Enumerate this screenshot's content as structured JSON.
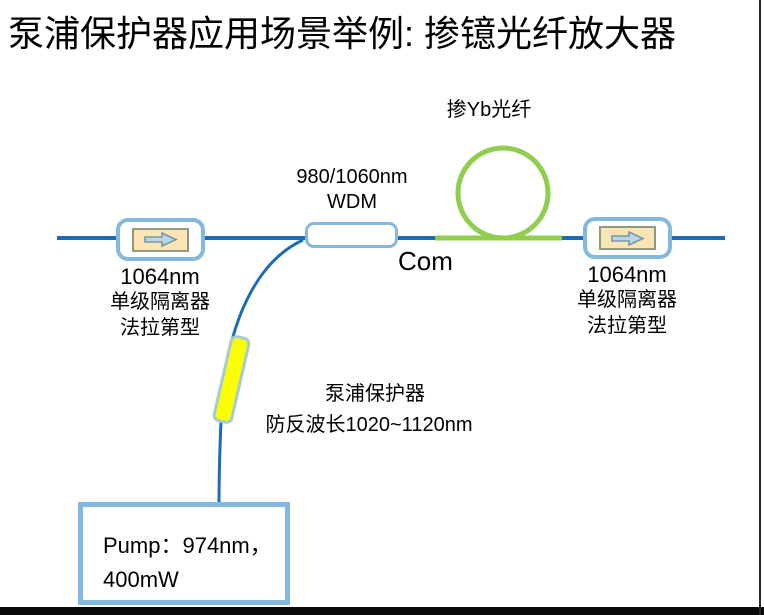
{
  "title": "泵浦保护器应用场景举例: 掺镱光纤放大器",
  "colors": {
    "fiber_blue": "#1C6BB7",
    "fiber_green": "#8FCE4E",
    "component_border_blue": "#85B8DF",
    "isolator_fill_tan": "#FBE5B4",
    "isolator_inner_border": "#8E9B7F",
    "arrow_fill": "#B9D5E7",
    "arrow_border": "#7C96A6",
    "protector_yellow": "#FCFF02",
    "protector_border": "#A5CCD3",
    "text": "#000000"
  },
  "diagram": {
    "isolator_left": {
      "wavelength": "1064nm",
      "type": "单级隔离器",
      "subtype": "法拉第型"
    },
    "isolator_right": {
      "wavelength": "1064nm",
      "type": "单级隔离器",
      "subtype": "法拉第型"
    },
    "wdm": {
      "label_line1": "980/1060nm",
      "label_line2": "WDM",
      "port_label": "Com"
    },
    "yb_fiber": {
      "label": "掺Yb光纤"
    },
    "pump_protector": {
      "name": "泵浦保护器",
      "spec": "防反波长1020~1120nm"
    },
    "pump": {
      "line1": "Pump：974nm，",
      "line2": "400mW"
    }
  }
}
